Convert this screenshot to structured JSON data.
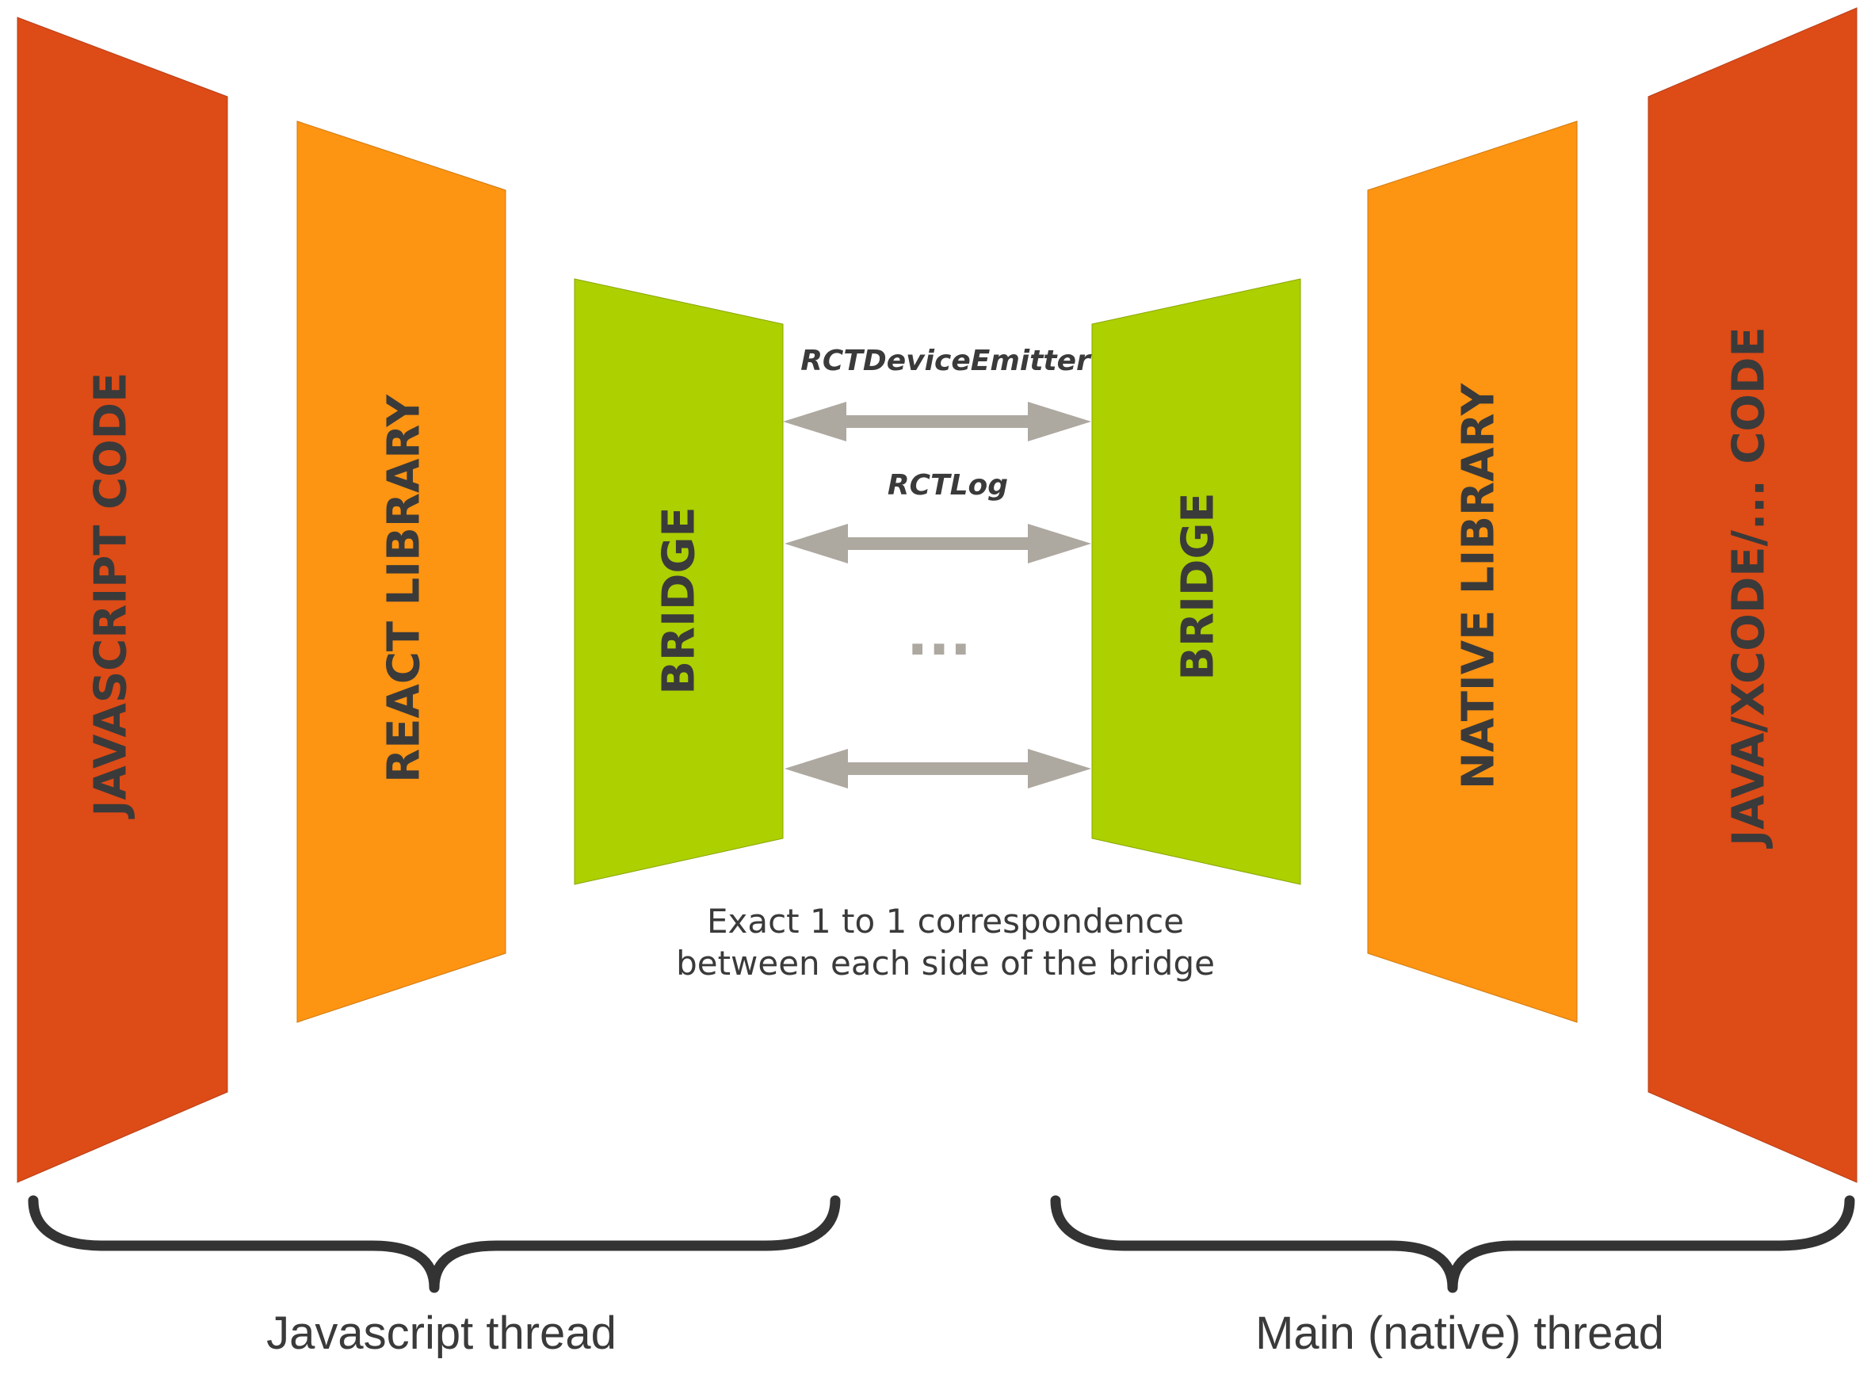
{
  "colors": {
    "code_panel": "#dd4b16",
    "library_panel": "#fd9412",
    "bridge_panel": "#acd000",
    "arrow": "#ada8a0",
    "text": "#3a3a3a",
    "brace": "#333333"
  },
  "left_side": {
    "code_label": "JAVASCRIPT CODE",
    "library_label": "REACT LIBRARY",
    "bridge_label": "BRIDGE",
    "thread_label": "Javascript thread"
  },
  "right_side": {
    "code_label": "JAVA/XCODE/... CODE",
    "library_label": "NATIVE LIBRARY",
    "bridge_label": "BRIDGE",
    "thread_label": "Main (native) thread"
  },
  "channels": [
    {
      "label": "RCTDeviceEmitter"
    },
    {
      "label": "RCTLog"
    },
    {
      "label": ""
    }
  ],
  "ellipsis": "...",
  "caption": {
    "line1": "Exact 1 to 1 correspondence",
    "line2": "between each side of the bridge"
  }
}
